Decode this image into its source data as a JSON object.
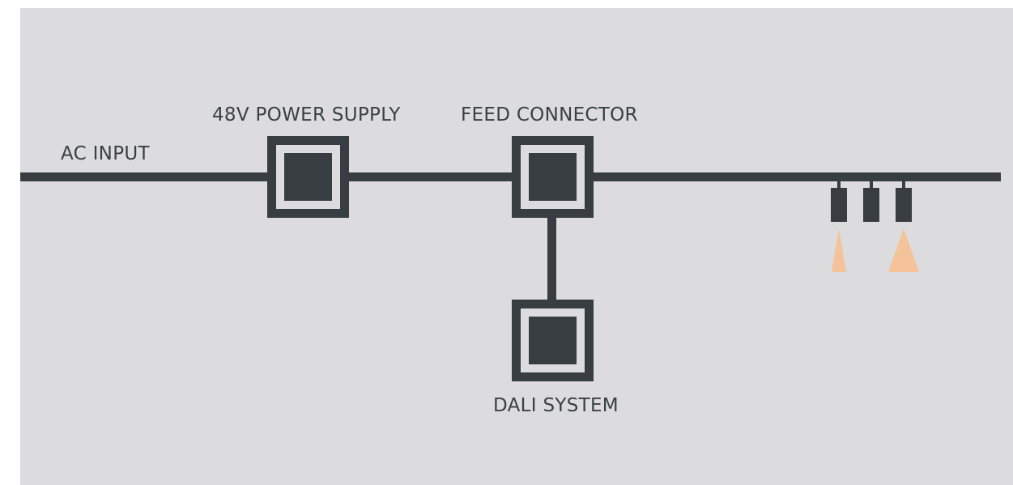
{
  "labels": {
    "ac_input": "AC INPUT",
    "power_supply": "48V POWER SUPPLY",
    "feed_connector": "FEED CONNECTOR",
    "dali_system": "DALI SYSTEM"
  },
  "fixtures": {
    "count": 3,
    "light_beams_on": [
      true,
      false,
      true
    ]
  },
  "colors": {
    "background": "#dcdcde",
    "line": "#383d41",
    "box_outer": "#383d41",
    "box_gap": "#dcdcde",
    "beam": "#f5c39a"
  }
}
